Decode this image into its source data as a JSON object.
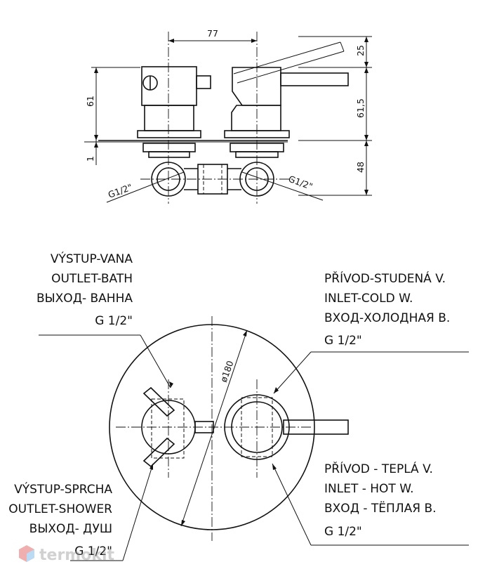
{
  "dimensions": {
    "d77": "77",
    "d25": "25",
    "d61": "61",
    "d615": "61,5",
    "d1": "1",
    "d48": "48",
    "g_left": "G1/2\"",
    "g_right": "G1/2\"",
    "diameter": "ø180"
  },
  "labels": {
    "outlet_bath": [
      "VÝSTUP-VANA",
      "OUTLET-BATH",
      "ВЫХОД- ВАННА",
      "G 1/2\""
    ],
    "inlet_cold": [
      "PŘÍVOD-STUDENÁ V.",
      "INLET-COLD W.",
      "ВХОД-ХОЛОДНАЯ В.",
      "G 1/2\""
    ],
    "inlet_hot": [
      "PŘÍVOD - TEPLÁ V.",
      "INLET - HOT W.",
      "ВХОД - ТЁПЛАЯ В.",
      "G 1/2\""
    ],
    "outlet_shower": [
      "VÝSTUP-SPRCHA",
      "OUTLET-SHOWER",
      "ВЫХОД- ДУШ",
      "G 1/2\""
    ]
  },
  "watermark": {
    "text": "termokit",
    "color": "#e05050"
  }
}
